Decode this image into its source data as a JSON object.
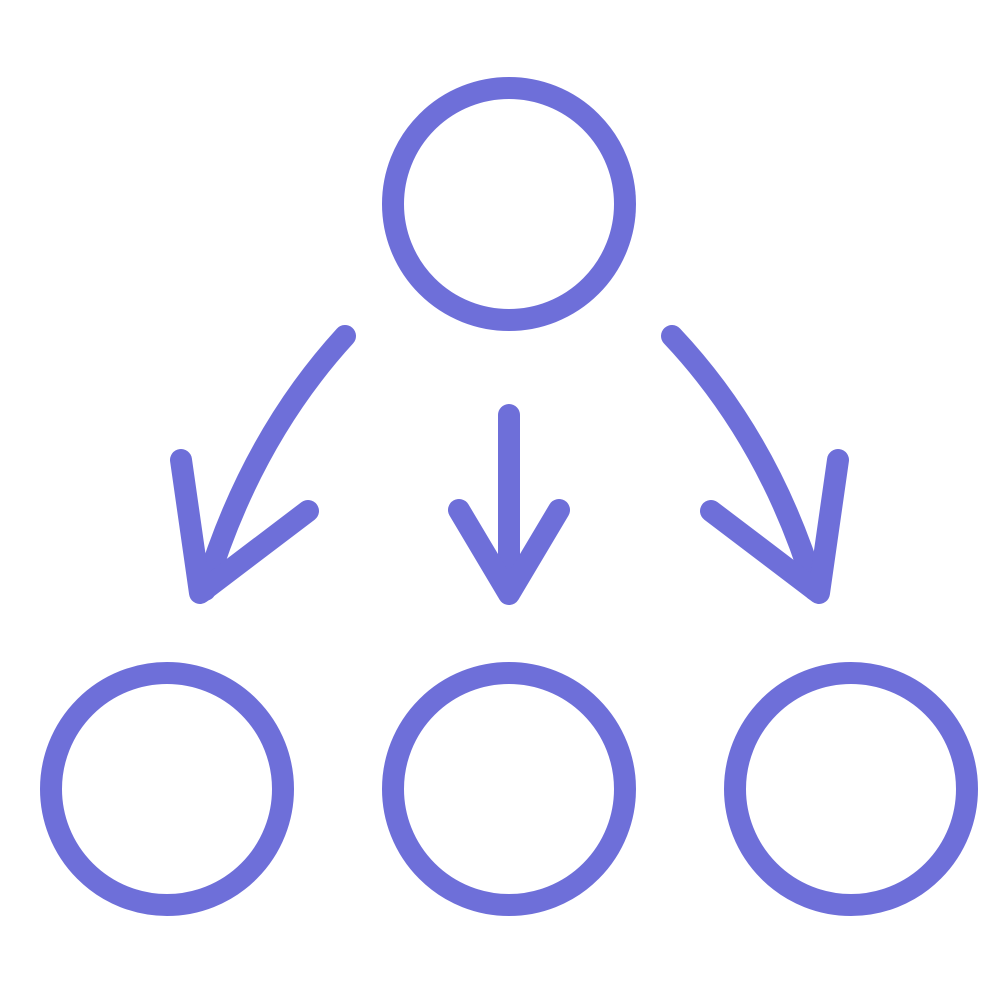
{
  "diagram": {
    "type": "hierarchy-icon",
    "stroke_color": "#6e6fd9",
    "background_color": "#ffffff",
    "nodes": [
      {
        "id": "parent",
        "level": 0
      },
      {
        "id": "child-left",
        "level": 1
      },
      {
        "id": "child-center",
        "level": 1
      },
      {
        "id": "child-right",
        "level": 1
      }
    ],
    "edges": [
      {
        "from": "parent",
        "to": "child-left"
      },
      {
        "from": "parent",
        "to": "child-center"
      },
      {
        "from": "parent",
        "to": "child-right"
      }
    ]
  }
}
